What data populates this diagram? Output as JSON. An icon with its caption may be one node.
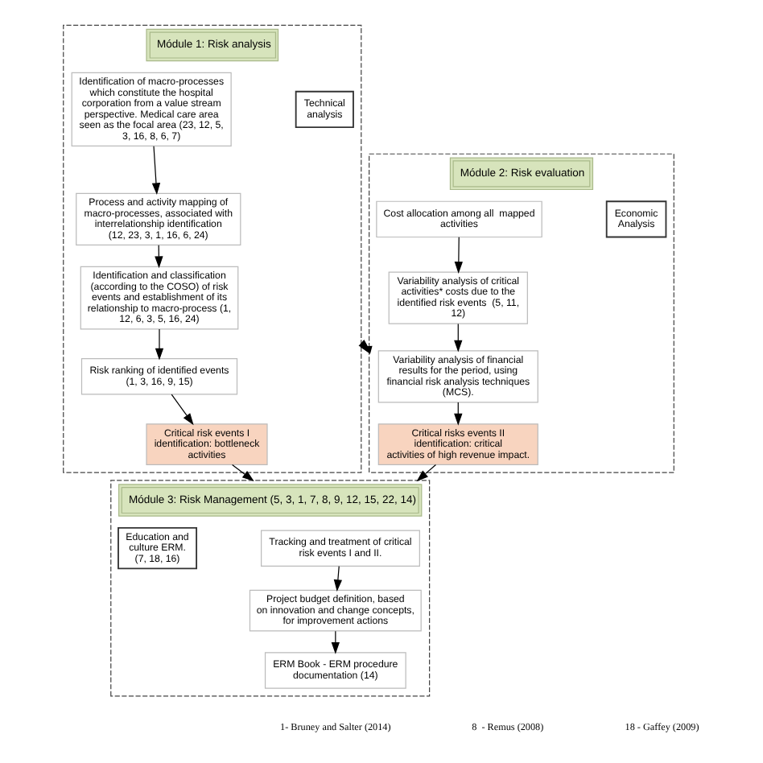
{
  "diagram": {
    "nodes": [
      {
        "text": [
          "Módule 1: Risk analysis"
        ]
      },
      {
        "text": [
          "Technical analysis"
        ],
        "in": 0
      },
      {
        "text": [
          "Identification of macro-processes which constitute the hospital corporation from a value stream perspective. Medical care area seen as the focal area (23, 12, 5, 3, 16, 8, 6, 7)"
        ],
        "in": 0
      },
      {
        "text": [
          "Process and activity mapping of macro-processes, associated with interrelationship identification (12, 23, 3, 1, 16, 6, 24)"
        ],
        "in": 0
      },
      {
        "text": [
          "Identification and classification (according to the COSO) of risk events and establishment of its relationship to macro-process (1, 12, 6, 3, 5, 16, 24)"
        ],
        "in": 0
      },
      {
        "text": [
          "Risk ranking of identified events (1, 3, 16, 9, 15)"
        ],
        "in": 0
      },
      {
        "text": [
          "Critical risk events I identification: bottleneck activities"
        ],
        "in": 0
      },
      {
        "text": [
          "Módule 2: Risk evaluation"
        ]
      },
      {
        "text": [
          "Economic Analysis"
        ],
        "in": 7
      },
      {
        "text": [
          "Cost allocation among all  mapped activities"
        ],
        "in": 7
      },
      {
        "text": [
          "Variability analysis of critical activities* costs due to the identified risk events  (5, 11, 12)"
        ],
        "in": 7
      },
      {
        "text": [
          "Variability analysis of financial results for the period, using financial risk analysis techniques (MCS)."
        ],
        "in": 7
      },
      {
        "text": [
          "Critical risks events II identification: critical activities of high revenue impact."
        ],
        "in": 7
      },
      {
        "text": [
          "Módule 3: Risk Management (5, 3, 1, 7, 8, 9, 12, 15, 22, 14)"
        ]
      },
      {
        "text": [
          "Tracking and treatment of critical risk events I and II."
        ],
        "in": 13
      },
      {
        "text": [
          "Project budget definition, based on innovation and change concepts, for improvement actions"
        ],
        "in": 13
      },
      {
        "text": [
          "ERM Book - ERM procedure documentation (14)"
        ],
        "in": 13
      },
      {
        "text": [
          "Education and culture ERM. (7, 18, 16)"
        ],
        "in": 13
      }
    ],
    "edges": [
      {
        "from": 0,
        "to": 7,
        "arrow": "both"
      },
      {
        "from": 2,
        "to": 3,
        "arrow": "to"
      },
      {
        "from": 3,
        "to": 4,
        "arrow": "to"
      },
      {
        "from": 4,
        "to": 5,
        "arrow": "to"
      },
      {
        "from": 5,
        "to": 6,
        "arrow": "to"
      },
      {
        "from": 9,
        "to": 10,
        "arrow": "to"
      },
      {
        "from": 10,
        "to": 11,
        "arrow": "to"
      },
      {
        "from": 11,
        "to": 12,
        "arrow": "to"
      },
      {
        "from": 6,
        "to": 13,
        "arrow": "to"
      },
      {
        "from": 12,
        "to": 13,
        "arrow": "to"
      },
      {
        "from": 14,
        "to": 15,
        "arrow": "to"
      },
      {
        "from": 15,
        "to": 16,
        "arrow": "to"
      }
    ],
    "labels": [
      "1- Bruney and Salter (2014)",
      "8  - Remus (2008)",
      "18 - Gaffey (2009)"
    ]
  }
}
